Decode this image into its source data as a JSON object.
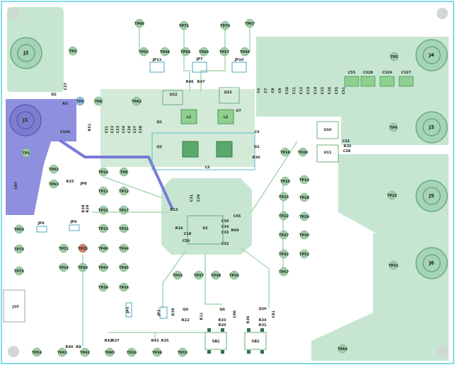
{
  "diagram": {
    "labels": [
      "TP66",
      "TP71",
      "TP70",
      "TP67",
      "J2",
      "TP2",
      "TP50",
      "TP48",
      "TP58",
      "TP60",
      "TP57",
      "TP49",
      "JP11",
      "JP7",
      "JP10",
      "TP5",
      "J4",
      "R46",
      "R47",
      "C55",
      "C328",
      "C329",
      "C327",
      "D2",
      "C37",
      "R3",
      "TP3",
      "TP6",
      "TP62",
      "Q12",
      "Q13",
      "C5",
      "C7",
      "C8",
      "C9",
      "C10",
      "C11",
      "C12",
      "C13",
      "C14",
      "C15",
      "C16",
      "C35",
      "C51",
      "J1",
      "C104",
      "TP4",
      "J3",
      "R51",
      "Q1",
      "L1",
      "L2",
      "U7",
      "C21",
      "C22",
      "C23",
      "C24",
      "C26",
      "C27",
      "C28",
      "C4",
      "U10",
      "C42",
      "R35",
      "C38",
      "D1",
      "Q2",
      "TP1",
      "TP18",
      "TP26",
      "U11",
      "L3",
      "R30",
      "TP16",
      "TP8",
      "TP62",
      "TP63",
      "C97",
      "TP10",
      "TP19",
      "TP22",
      "J5",
      "R25",
      "JP8",
      "TP11",
      "TP12",
      "TP23",
      "TP18",
      "R28",
      "R29",
      "TP15",
      "TP17",
      "U1",
      "R13",
      "C31",
      "C29",
      "C50",
      "C18",
      "R16",
      "C39",
      "C34",
      "C33",
      "C32",
      "R69",
      "C45",
      "TP22",
      "TP29",
      "JP4",
      "JP6",
      "TP53",
      "TP13",
      "TP21",
      "TP27",
      "TP30",
      "TP73",
      "TP51",
      "TP25",
      "TP40",
      "TP44",
      "TP32",
      "TP52",
      "TP31",
      "J6",
      "TP24",
      "TP20",
      "TP43",
      "TP45",
      "TP75",
      "TP33",
      "TP37",
      "TP38",
      "TP35",
      "TP47",
      "TP39",
      "TP34",
      "J10",
      "JP5",
      "JP2",
      "R38",
      "Q9",
      "R22",
      "R11",
      "Q6",
      "R33",
      "R20",
      "C80",
      "R36",
      "Q10",
      "R34",
      "R31",
      "C81",
      "SB1",
      "SB2",
      "R40",
      "R8",
      "R42",
      "R37",
      "R43",
      "R35",
      "TP54",
      "TP41",
      "TP42",
      "TP65",
      "TP29",
      "TP36",
      "TP55",
      "TP64"
    ]
  }
}
